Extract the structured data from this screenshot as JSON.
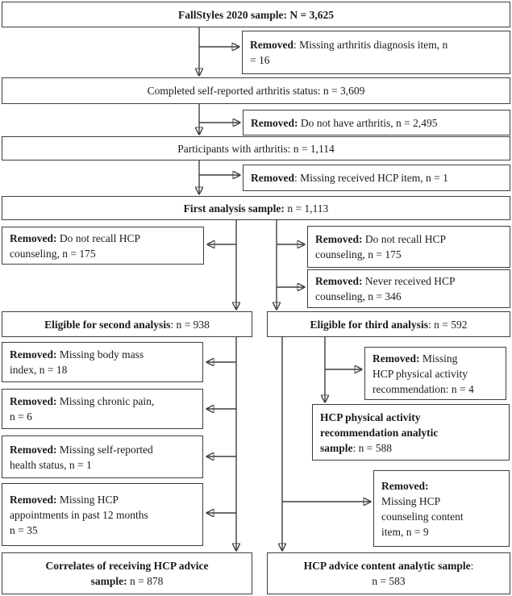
{
  "diagram_type": "study-flow-diagram",
  "colors": {
    "background": "#ffffff",
    "box_border": "#3d3d3d",
    "line": "#3f3f3f",
    "arrowhead": "#1f1f1f",
    "text": "#1a1a1a"
  },
  "boxes": {
    "fallstyles_sample": {
      "bold": "FallStyles 2020 sample: N = 3,625",
      "rest": ""
    },
    "removed_arthritis_item": {
      "bold": "Removed",
      "rest": ": Missing arthritis diagnosis item, n\n= 16"
    },
    "completed_status": {
      "bold": "",
      "rest": "Completed self-reported arthritis status: n = 3,609"
    },
    "removed_no_arthritis": {
      "bold": "Removed:",
      "rest": " Do not have arthritis, n = 2,495"
    },
    "participants_arthritis": {
      "bold": "",
      "rest": "Participants with arthritis: n = 1,114"
    },
    "removed_hcp_item": {
      "bold": "Removed",
      "rest": ": Missing received HCP item, n = 1"
    },
    "first_analysis": {
      "bold": "First analysis sample:",
      "rest": " n = 1,113"
    },
    "removed_recall_left": {
      "bold": "Removed:",
      "rest": " Do not recall HCP\ncounseling, n = 175"
    },
    "removed_recall_right": {
      "bold": "Removed:",
      "rest": " Do not recall HCP\ncounseling, n = 175"
    },
    "removed_never_received": {
      "bold": "Removed:",
      "rest": " Never received HCP\ncounseling, n = 346"
    },
    "eligible_second": {
      "bold": "Eligible for second analysis",
      "rest": ": n = 938"
    },
    "eligible_third": {
      "bold": "Eligible for third analysis",
      "rest": ": n = 592"
    },
    "removed_bmi": {
      "bold": "Removed:",
      "rest": " Missing body mass\nindex, n = 18"
    },
    "removed_chronic_pain": {
      "bold": "Removed:",
      "rest": " Missing chronic pain,\nn = 6"
    },
    "removed_health_status": {
      "bold": "Removed:",
      "rest": " Missing self-reported\nhealth status, n = 1"
    },
    "removed_appointments": {
      "bold": "Removed:",
      "rest": " Missing HCP\nappointments in past 12 months\nn = 35"
    },
    "removed_pa_recommendation": {
      "bold": "Removed:",
      "rest": " Missing\nHCP physical activity\nrecommendation: n = 4"
    },
    "pa_recommendation_sample": {
      "bold": "HCP physical activity\nrecommendation analytic\nsample",
      "rest": ": n = 588"
    },
    "removed_counseling_content": {
      "bold": "Removed:",
      "rest": "\nMissing HCP\ncounseling content\nitem, n = 9"
    },
    "correlates_sample": {
      "bold": "Correlates of receiving HCP advice\nsample:",
      "rest": " n = 878"
    },
    "advice_content_sample": {
      "bold": "HCP advice content analytic sample",
      "rest": ":\nn = 583"
    }
  }
}
